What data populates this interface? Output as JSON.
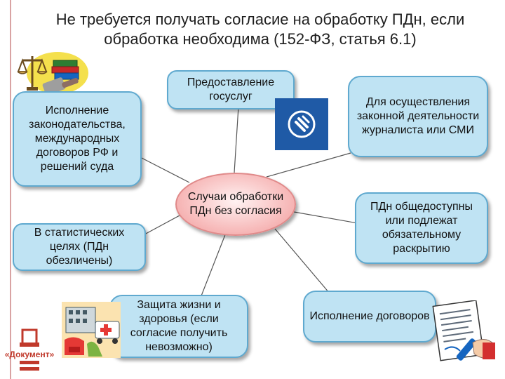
{
  "title": "Не требуется получать согласие на обработку ПДн, если обработка необходима (152-ФЗ, статья 6.1)",
  "center": "Случаи обработки ПДн без согласия",
  "boxes": {
    "gosuslugi": "Предоставление госуслуг",
    "journalist": "Для осуществления законной деятельности журналиста или СМИ",
    "law": "Исполнение законодательства, международных договоров РФ и решений суда",
    "public": "ПДн общедоступны или подлежат обязательному раскрытию",
    "statistics": "В статистических целях (ПДн обезличены)",
    "life": "Защита жизни и здоровья (если согласие получить невозможно)",
    "contracts": "Исполнение договоров"
  },
  "logo": {
    "label": "«Документ»"
  },
  "colors": {
    "box_fill": "#bfe3f3",
    "box_border": "#5fa9cf",
    "center_fill": "#f6b4b4",
    "logo_red": "#c0392b",
    "gosuslugi_icon": "#1f5aa6"
  },
  "icons": [
    "scales-books-icon",
    "gosuslugi-icon",
    "hospital-icon",
    "contract-icon",
    "document-logo-icon"
  ]
}
